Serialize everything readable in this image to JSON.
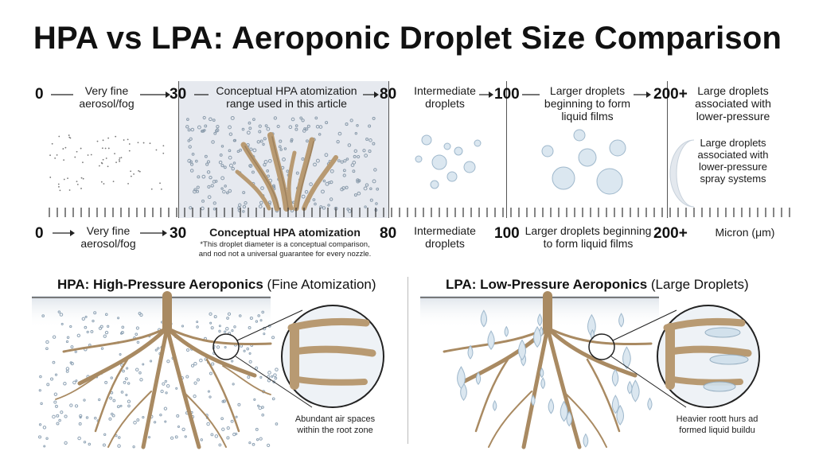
{
  "title": "HPA vs LPA: Aeroponic Droplet Size Comparison",
  "top_scale": {
    "marks": [
      "0",
      "30",
      "80",
      "100",
      "200+"
    ],
    "labels": [
      "Very fine\naerosol/fog",
      "Conceptual HPA atomization\nrange used in this article",
      "Intermediate\ndroplets",
      "Larger droplets\nbeginning to form\nliquid films",
      "Large droplets\nassociated with\nlower-pressure"
    ],
    "side_label": "Large droplets\nassociated with\nlower-pressure\nspray systems"
  },
  "bottom_scale": {
    "marks": [
      "0",
      "30",
      "80",
      "100",
      "200+"
    ],
    "labels": [
      "Very fine\naerosol/fog",
      "Conceptual HPA atomization",
      "Intermediate\ndroplets",
      "Larger droplets beginning\nto form liquid films"
    ],
    "unit": "Micron (μm)",
    "note": "*This droplet diameter is a conceptual comparison,\nand nod not a universal guarantee for every nozzle."
  },
  "hpa": {
    "heading_bold": "HPA: High-Pressure Aeroponics",
    "heading_rest": " (Fine Atomization)",
    "caption": "Abundant air spaces\nwithin the root zone"
  },
  "lpa": {
    "heading_bold": "LPA: Low-Pressure Aeroponics",
    "heading_rest": " (Large Droplets)",
    "caption": "Heavier roott hurs ad\nformed liquid buildu"
  },
  "colors": {
    "band": "#e6e9ef",
    "root": "#b89a72",
    "root_dark": "#7d6446",
    "droplet": "#9fb8cc",
    "droplet_light": "#dbe7f0"
  },
  "icons": [
    "arrow-right-icon"
  ]
}
